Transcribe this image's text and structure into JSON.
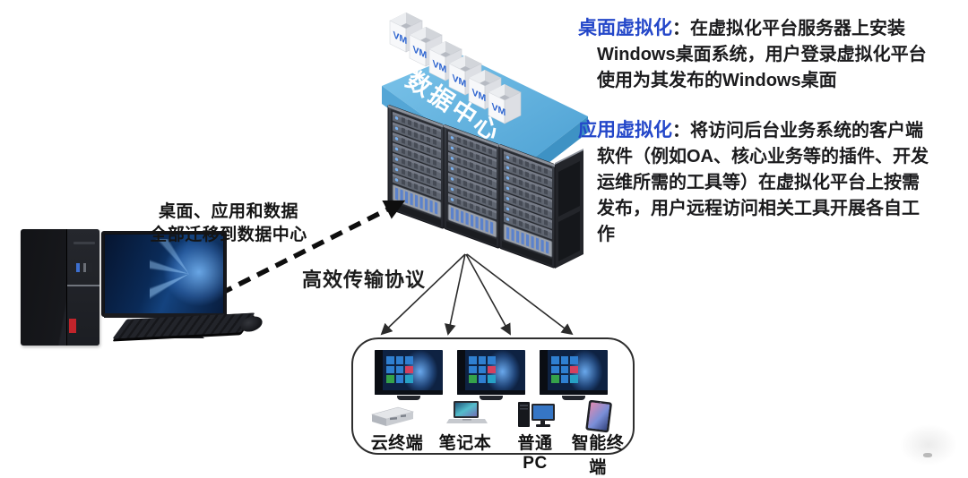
{
  "annotations": {
    "migrate": {
      "line1": "桌面、应用和数据",
      "line2": "全部迁移到数据中心"
    },
    "protocol": "高效传输协议"
  },
  "datacenter": {
    "label": "数据中心",
    "vm_label": "VM",
    "vm_count": 6,
    "rack_count": 3
  },
  "right_panel": {
    "desktop_virtualization": {
      "heading": "桌面虚拟化",
      "first_line_rest": "：在虚拟化平台服务器上安装",
      "lines": [
        "Windows桌面系统，用户登录虚拟化平台",
        "使用为其发布的Windows桌面"
      ]
    },
    "app_virtualization": {
      "heading": "应用虚拟化",
      "first_line_rest": "：将访问后台业务系统的客户端",
      "lines": [
        "软件（例如OA、核心业务等的插件、开发",
        "运维所需的工具等）在虚拟化平台上按需",
        "发布，用户远程访问相关工具开展各自工",
        "作"
      ]
    }
  },
  "terminals": {
    "devices": [
      {
        "label": "云终端"
      },
      {
        "label": "笔记本"
      },
      {
        "label": "普通PC"
      },
      {
        "label": "智能终端"
      }
    ]
  },
  "colors": {
    "heading_blue": "#2447c9",
    "slab_blue": "#5fb1de",
    "vm_text_blue": "#2c63cf",
    "windows_wallpaper_blue": "#0a2a57",
    "arrow_black": "#111111"
  }
}
